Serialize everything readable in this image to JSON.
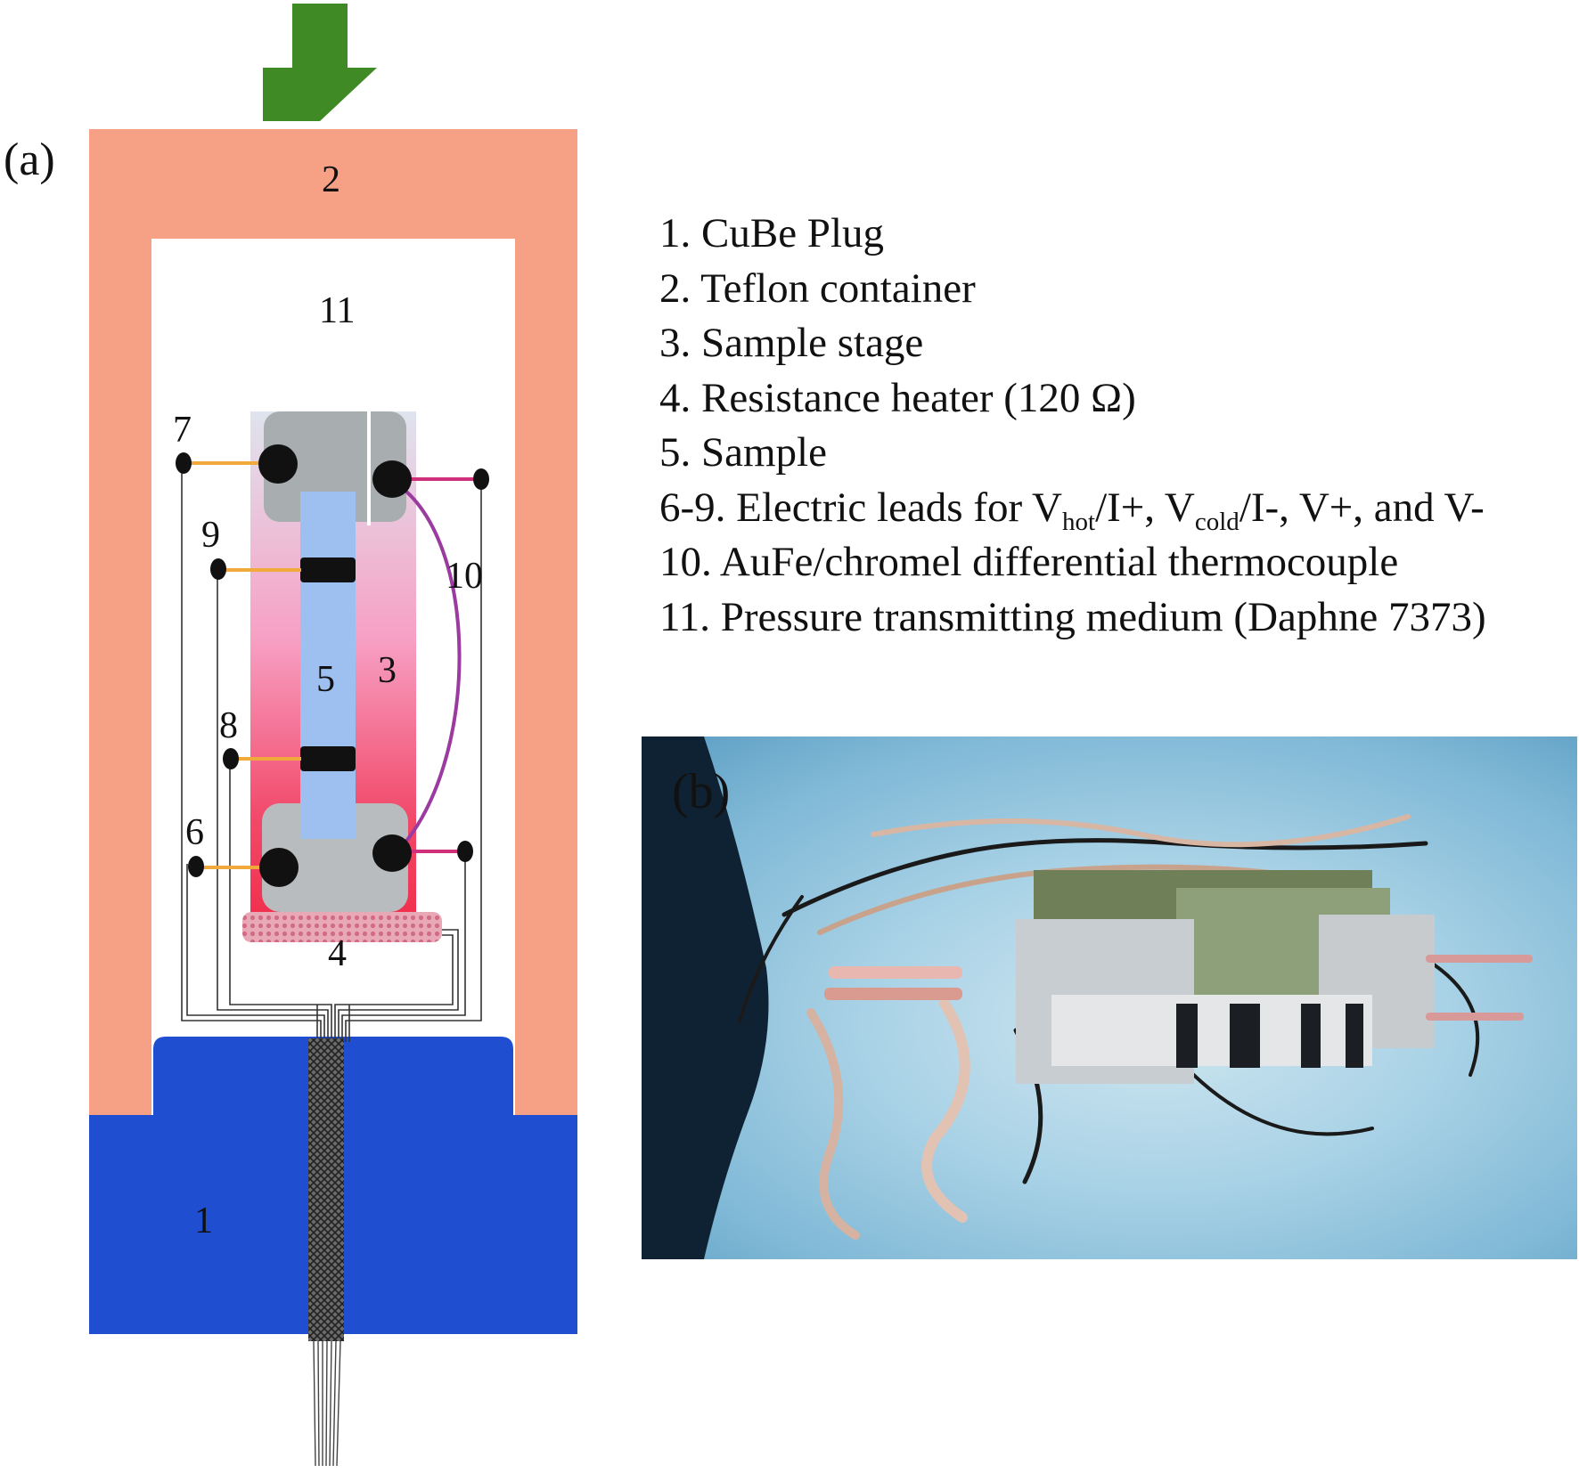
{
  "panel_a_label": "(a)",
  "panel_b_label": "(b)",
  "diagram_numbers": {
    "n1": "1",
    "n2": "2",
    "n3": "3",
    "n4": "4",
    "n5": "5",
    "n6": "6",
    "n7": "7",
    "n8": "8",
    "n9": "9",
    "n10": "10",
    "n11": "11"
  },
  "legend": {
    "item1": "1.  CuBe Plug",
    "item2": "2.  Teflon container",
    "item3": "3.  Sample stage",
    "item4": "4.  Resistance heater (120  Ω)",
    "item5": "5.  Sample",
    "item6_pre": "6-9. Electric leads for V",
    "item6_sub1": "hot",
    "item6_mid1": "/I+, V",
    "item6_sub2": "cold",
    "item6_post": "/I-, V+, and V-",
    "item7": "10. AuFe/chromel differential thermocouple",
    "item8": "11. Pressure transmitting medium (Daphne 7373)"
  },
  "colors": {
    "arrow": "#3f8a24",
    "teflon": "#f6a185",
    "cube_plug": "#1f4fd0",
    "stage_top": "#d9d9e8",
    "stage_bottom": "#f0304e",
    "sample": "#9ec0f0",
    "block": "#a8aeb0",
    "lead_orange": "#f2a93b",
    "lead_pink": "#d0307a",
    "thermocouple": "#9b3a9f",
    "heater": "#e48ca0"
  }
}
